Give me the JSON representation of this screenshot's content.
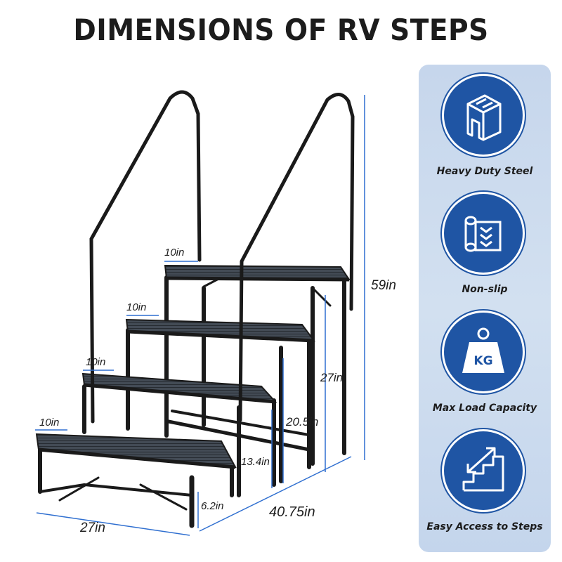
{
  "title": "DIMENSIONS OF RV STEPS",
  "dimensions": {
    "step_depth_1": "10in",
    "step_depth_2": "10in",
    "step_depth_3": "10in",
    "step_depth_4": "10in",
    "total_height": "59in",
    "platform_height": "27in",
    "third_step_height": "20.5in",
    "second_step_height": "13.4in",
    "first_step_height": "6.2in",
    "width": "27in",
    "length": "40.75in"
  },
  "features": [
    {
      "label": "Heavy Duty Steel",
      "icon": "steel-beam-icon"
    },
    {
      "label": "Non-slip",
      "icon": "non-slip-surface-icon"
    },
    {
      "label": "Max Load Capacity",
      "icon": "weight-kg-icon",
      "icon_text": "KG"
    },
    {
      "label": "Easy Access to Steps",
      "icon": "stairs-arrow-icon"
    }
  ],
  "colors": {
    "accent": "#1f55a4",
    "panel": "#c9d9ee",
    "dimension_line": "#2f6fd0",
    "frame": "#1a1a1a",
    "tread": "#3f4650"
  }
}
